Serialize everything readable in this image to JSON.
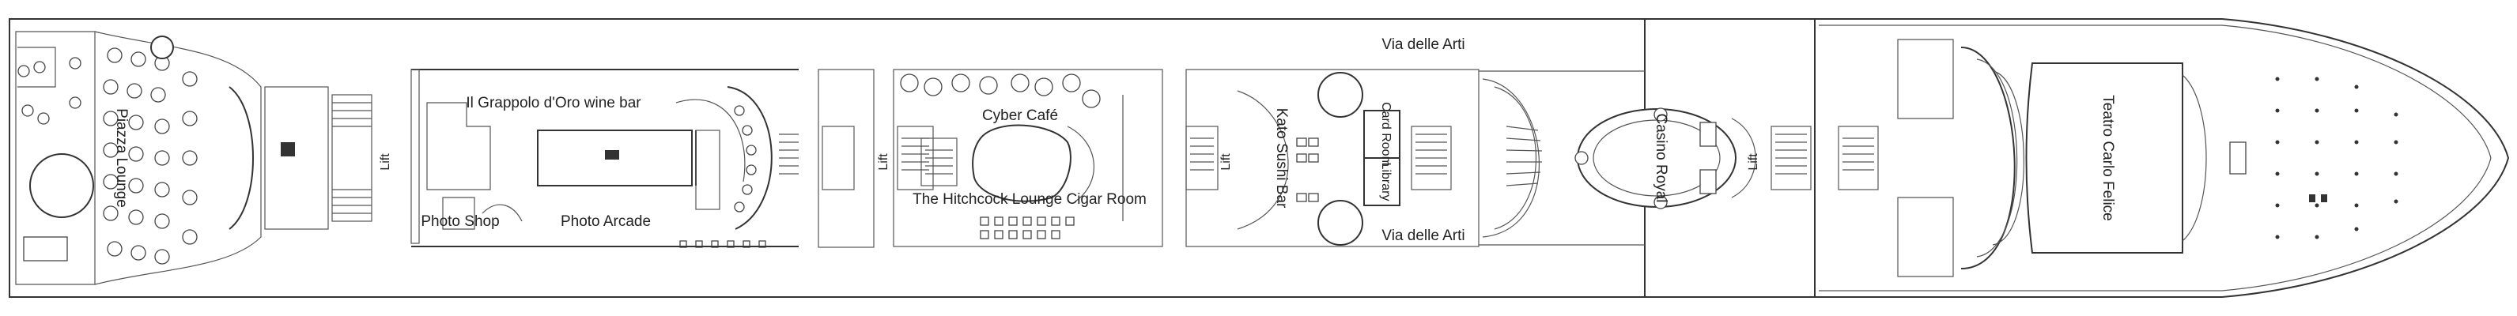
{
  "deck_plan": {
    "rooms": {
      "piazza_lounge": "Piazza Lounge",
      "lift": "Lift",
      "wine_bar": "Il Grappolo d'Oro wine bar",
      "photo_shop": "Photo Shop",
      "photo_arcade": "Photo Arcade",
      "cyber_cafe": "Cyber Café",
      "cigar_room": "The Hitchcock Lounge Cigar Room",
      "sushi_bar": "Kato Sushi Bar",
      "via_delle_arti": "Via delle Arti",
      "card_room": "Card Room",
      "library": "Library",
      "casino": "Casino Royal",
      "theatre": "Teatro Carlo Felice"
    },
    "colors": {
      "line": "#333333",
      "background": "#ffffff"
    }
  }
}
